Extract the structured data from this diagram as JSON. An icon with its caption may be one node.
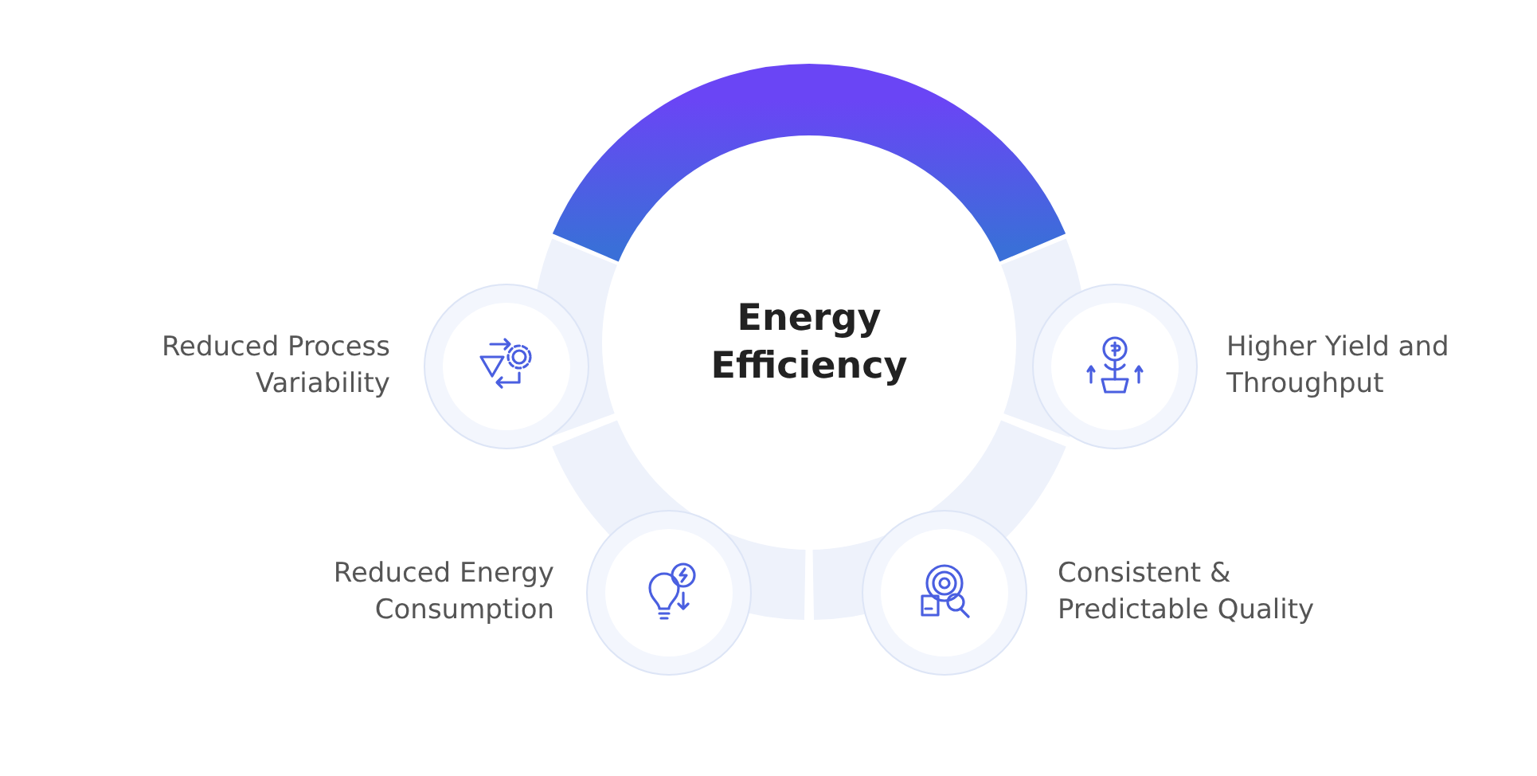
{
  "diagram": {
    "nodes": [
      {
        "text": [
          "Energy Efficiency"
        ]
      },
      {
        "text": [],
        "shape": "circle",
        "beside": [
          "Reduced Process Variability"
        ]
      },
      {
        "text": [],
        "shape": "circle",
        "beside": [
          "Higher Yield and Throughput"
        ]
      },
      {
        "text": [],
        "shape": "circle",
        "beside": [
          "Reduced Energy Consumption"
        ]
      },
      {
        "text": [],
        "shape": "circle",
        "beside": [
          "Consistent & Predictable Quality"
        ]
      }
    ]
  }
}
